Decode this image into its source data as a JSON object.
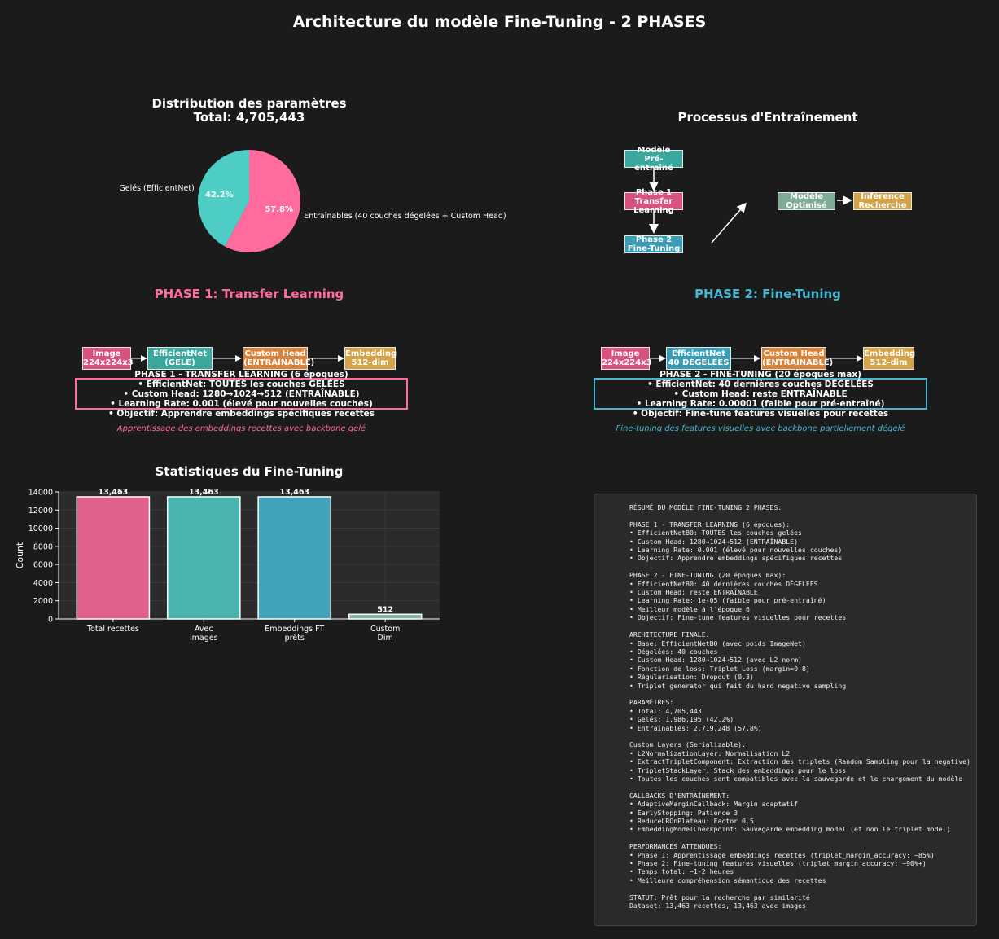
{
  "title": "Architecture du modèle Fine-Tuning - 2 PHASES",
  "colors": {
    "pink": "#d8527f",
    "teal": "#3aa89c",
    "blue": "#3a9cb5",
    "orange": "#d9823a",
    "gold": "#d4a348",
    "sage": "#7fac95",
    "bg": "#1b1b1b"
  },
  "pie": {
    "title_line1": "Distribution des paramètres",
    "title_line2": "Total: 4,705,443",
    "slices": [
      {
        "label": "Gelés (EfficientNet)",
        "pct_label": "42.2%",
        "value": 42.2,
        "color": "#4ecdc4"
      },
      {
        "label": "Entraînables (40 couches dégelées + Custom Head)",
        "pct_label": "57.8%",
        "value": 57.8,
        "color": "#ff6b9d"
      }
    ]
  },
  "process": {
    "title": "Processus d'Entraînement",
    "nodes": [
      {
        "line1": "Modèle",
        "line2": "Pré-entraîné",
        "color": "#3aa89c"
      },
      {
        "line1": "Phase 1",
        "line2": "Transfer Learning",
        "color": "#d8527f"
      },
      {
        "line1": "Phase 2",
        "line2": "Fine-Tuning",
        "color": "#3a9cb5"
      },
      {
        "line1": "Modèle",
        "line2": "Optimisé",
        "color": "#7fac95"
      },
      {
        "line1": "Inférence",
        "line2": "Recherche",
        "color": "#d4a348"
      }
    ]
  },
  "phase1": {
    "title": "PHASE 1: Transfer Learning",
    "title_color": "#ff6b9d",
    "nodes": [
      {
        "line1": "Image",
        "line2": "224x224x3",
        "color": "#d8527f"
      },
      {
        "line1": "EfficientNet",
        "line2": "(GELÉ)",
        "color": "#3aa89c"
      },
      {
        "line1": "Custom Head",
        "line2": "(ENTRAÎNABLE)",
        "color": "#d9823a"
      },
      {
        "line1": "Embedding",
        "line2": "512-dim",
        "color": "#d4a348"
      }
    ],
    "details": [
      "PHASE 1 - TRANSFER LEARNING (6 époques)",
      "• EfficientNet: TOUTES les couches GELÉES",
      "• Custom Head: 1280→1024→512 (ENTRAÎNABLE)",
      "• Learning Rate: 0.001 (élevé pour nouvelles couches)",
      "• Objectif: Apprendre embeddings spécifiques recettes"
    ],
    "note": "Apprentissage des embeddings recettes avec backbone gelé"
  },
  "phase2": {
    "title": "PHASE 2: Fine-Tuning",
    "title_color": "#45b7d1",
    "nodes": [
      {
        "line1": "Image",
        "line2": "224x224x3",
        "color": "#d8527f"
      },
      {
        "line1": "EfficientNet",
        "line2": "40 DÉGELÉES",
        "color": "#3a9cb5"
      },
      {
        "line1": "Custom Head",
        "line2": "(ENTRAÎNABLE)",
        "color": "#d9823a"
      },
      {
        "line1": "Embedding",
        "line2": "512-dim",
        "color": "#d4a348"
      }
    ],
    "details": [
      "PHASE 2 - FINE-TUNING (20 époques max)",
      "• EfficientNet: 40 dernières couches DÉGELÉES",
      "• Custom Head: reste ENTRAÎNABLE",
      "• Learning Rate: 0.00001 (faible pour pré-entraîné)",
      "• Objectif: Fine-tune features visuelles pour recettes"
    ],
    "note": "Fine-tuning des features visuelles avec backbone partiellement dégelé"
  },
  "chart_data": {
    "type": "bar",
    "title": "Statistiques du Fine-Tuning",
    "ylabel": "Count",
    "xlabel": "",
    "categories": [
      "Total recettes",
      "Avec images",
      "Embeddings FT prêts",
      "Custom Dim"
    ],
    "category_lines": [
      [
        "Total recettes"
      ],
      [
        "Avec",
        "images"
      ],
      [
        "Embeddings FT",
        "prêts"
      ],
      [
        "Custom",
        "Dim"
      ]
    ],
    "values": [
      13463,
      13463,
      13463,
      512
    ],
    "value_labels": [
      "13,463",
      "13,463",
      "13,463",
      "512"
    ],
    "colors": [
      "#ff6b9d",
      "#4ecdc4",
      "#45b7d1",
      "#96ceb4"
    ],
    "ylim": [
      0,
      14000
    ],
    "yticks": [
      0,
      2000,
      4000,
      6000,
      8000,
      10000,
      12000,
      14000
    ],
    "grid": true
  },
  "summary_text": "RÉSUMÉ DU MODÈLE FINE-TUNING 2 PHASES:\n\nPHASE 1 - TRANSFER LEARNING (6 époques):\n• EfficientNetB0: TOUTES les couches gelées\n• Custom Head: 1280→1024→512 (ENTRAÎNABLE)\n• Learning Rate: 0.001 (élevé pour nouvelles couches)\n• Objectif: Apprendre embeddings spécifiques recettes\n\nPHASE 2 - FINE-TUNING (20 époques max):\n• EfficientNetB0: 40 dernières couches DÉGELÉES\n• Custom Head: reste ENTRAÎNABLE\n• Learning Rate: 1e-05 (faible pour pré-entraîné)\n• Meilleur modèle à l'époque 6\n• Objectif: Fine-tune features visuelles pour recettes\n\nARCHITECTURE FINALE:\n• Base: EfficientNetB0 (avec poids ImageNet)\n• Dégelées: 40 couches\n• Custom Head: 1280→1024→512 (avec L2 norm)\n• Fonction de loss: Triplet Loss (margin=0.8)\n• Régularisation: Dropout (0.3)\n• Triplet generator qui fait du hard negative sampling\n\nPARAMÈTRES:\n• Total: 4,705,443\n• Gelés: 1,986,195 (42.2%)\n• Entraînables: 2,719,248 (57.8%)\n\nCustom Layers (Serializable):\n• L2NormalizationLayer: Normalisation L2\n• ExtractTripletComponent: Extraction des triplets (Random Sampling pour la negative)\n• TripletStackLayer: Stack des embeddings pour le loss\n• Toutes les couches sont compatibles avec la sauvegarde et le chargement du modèle\n\nCALLBACKS D'ENTRAÎNEMENT:\n• AdaptiveMarginCallback: Margin adaptatif\n• EarlyStopping: Patience 3\n• ReduceLROnPlateau: Factor 0.5\n• EmbeddingModelCheckpoint: Sauvegarde embedding model (et non le triplet model)\n\nPERFORMANCES ATTENDUES:\n• Phase 1: Apprentissage embeddings recettes (triplet_margin_accuracy: ~85%)\n• Phase 2: Fine-tuning features visuelles (triplet_margin_accuracy: ~90%+)\n• Temps total: ~1-2 heures\n• Meilleure compréhension sémantique des recettes\n\nSTATUT: Prêt pour la recherche par similarité\nDataset: 13,463 recettes, 13,463 avec images"
}
